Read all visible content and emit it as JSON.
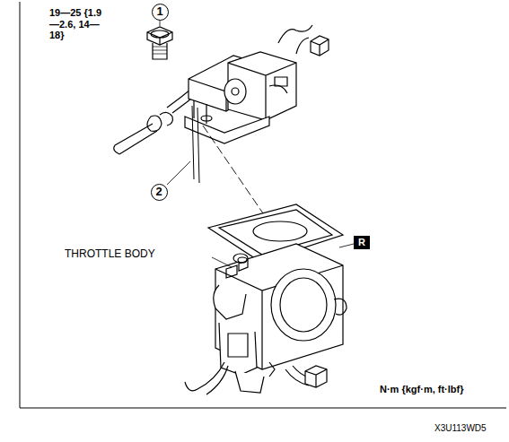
{
  "diagram": {
    "nodes": [
      {
        "text": [
          "1"
        ]
      },
      {
        "text": [
          "2"
        ]
      },
      {
        "text": [
          "R"
        ]
      }
    ],
    "labels": [
      "19—25 {1.9—2.6, 14—18}",
      "THROTTLE BODY",
      "N·m {kgf·m, ft·lbf}",
      "X3U113WD5"
    ]
  }
}
